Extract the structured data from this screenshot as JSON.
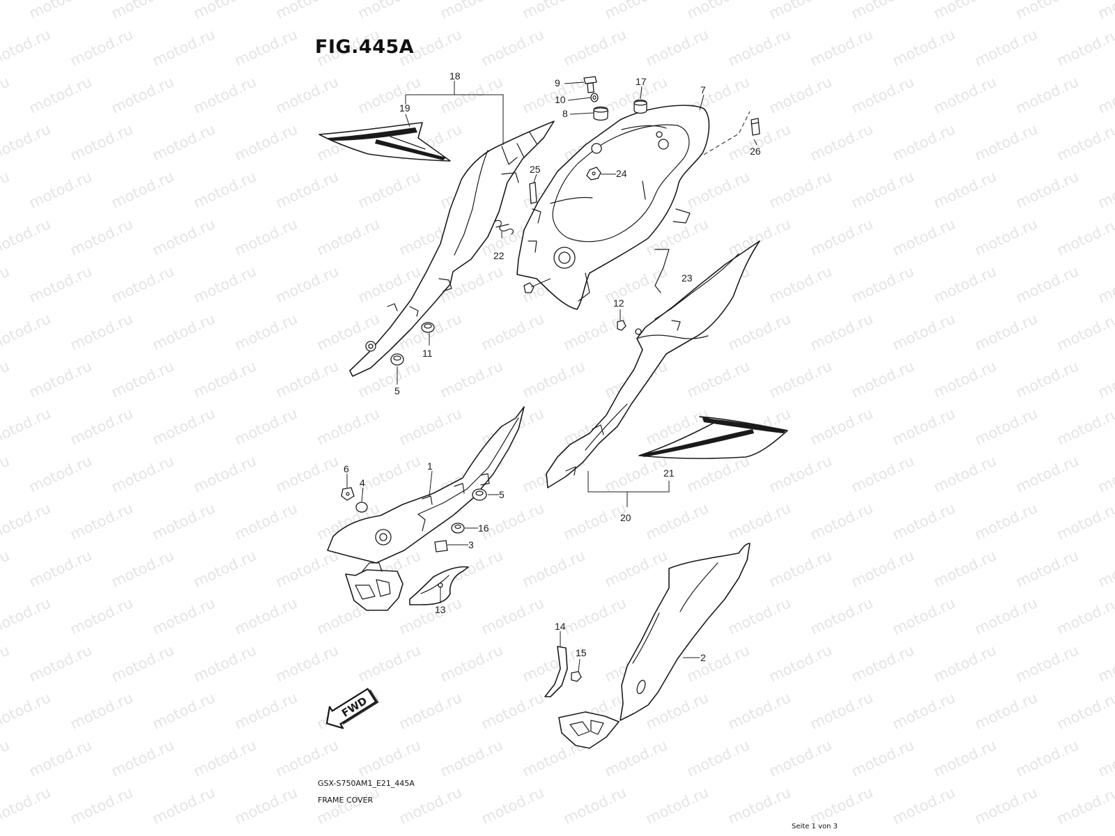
{
  "figure": {
    "title": "FIG.445A",
    "model_code": "GSX-S750AM1_E21_445A",
    "section_name": "FRAME COVER",
    "page_indicator": "Seite 1 von 3",
    "fwd_label": "FWD"
  },
  "watermark": {
    "text": "motod.ru"
  },
  "callouts": [
    "1",
    "2",
    "3",
    "4",
    "5",
    "5",
    "6",
    "7",
    "8",
    "9",
    "10",
    "11",
    "12",
    "13",
    "14",
    "15",
    "16",
    "17",
    "18",
    "19",
    "20",
    "21",
    "22",
    "23",
    "24",
    "25",
    "26"
  ],
  "colors": {
    "line": "#1a1a1a",
    "watermark": "#e4e4e4",
    "background": "#ffffff"
  }
}
